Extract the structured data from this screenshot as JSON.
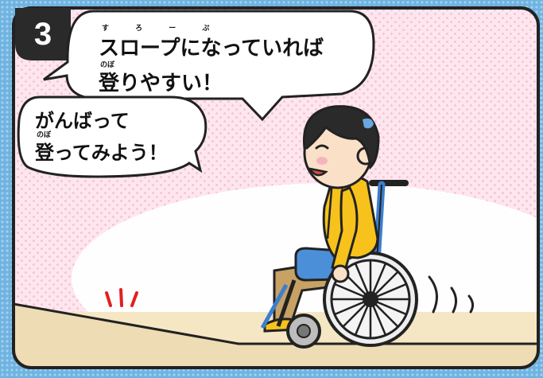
{
  "panel": {
    "step_number": "3",
    "bubble_top": {
      "furigana_slope": "す ろ ー ぷ",
      "line1": "スロープになっていれば",
      "furigana_climb": "のぼ",
      "line2": "登りやすい！"
    },
    "bubble_left": {
      "line1": "がんばって",
      "furigana_climb": "のぼ",
      "line2": "登ってみよう！"
    }
  },
  "colors": {
    "background_dots": "#6fb3e0",
    "panel_pink": "#fde6ee",
    "ground": "#f5e7c4",
    "ramp": "#e8d4a8",
    "jacket": "#f7c21b",
    "wheelchair_seat": "#4a8fd8",
    "outline": "#222222",
    "alert_marks": "#e02020"
  }
}
